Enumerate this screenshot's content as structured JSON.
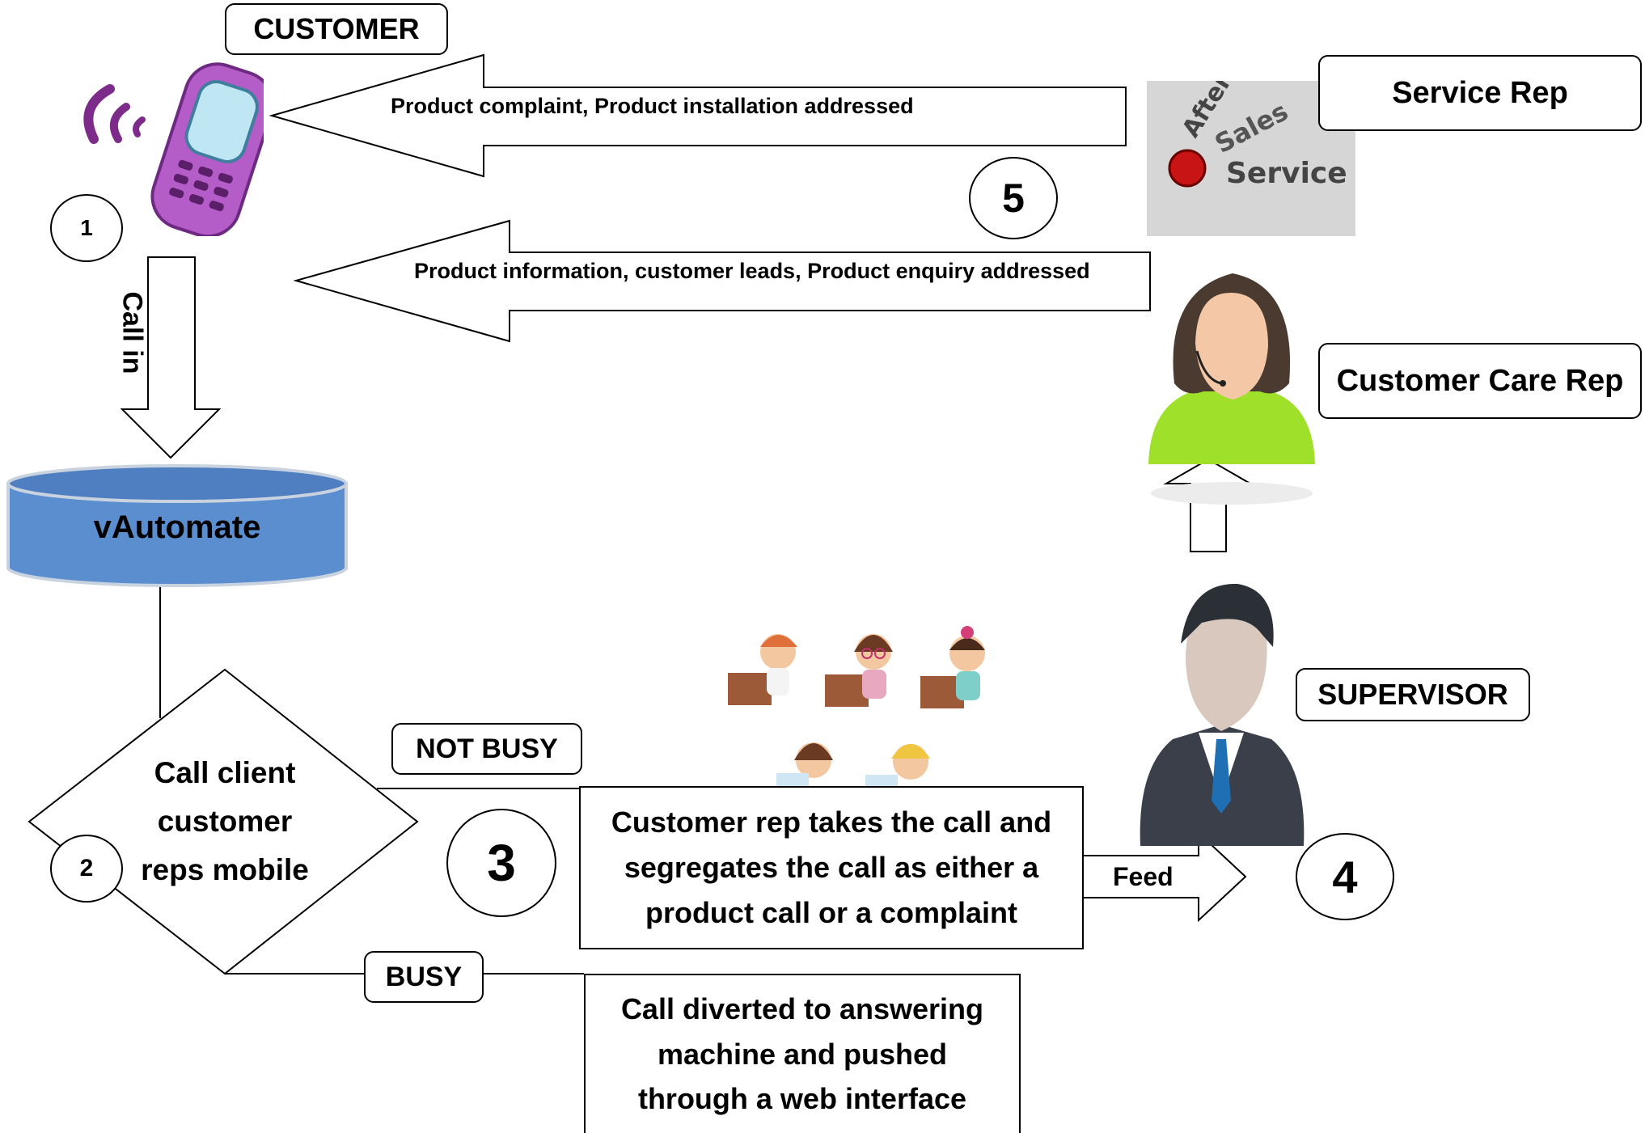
{
  "labels": {
    "customer": "CUSTOMER",
    "service_rep": "Service Rep",
    "customer_care_rep": "Customer Care Rep",
    "supervisor": "SUPERVISOR",
    "not_busy": "NOT BUSY",
    "busy": "BUSY",
    "vautomate": "vAutomate",
    "call_in": "Call in",
    "feed": "Feed"
  },
  "arrows": {
    "top": "Product complaint, Product installation addressed",
    "middle": "Product information, customer leads, Product enquiry addressed"
  },
  "decision": {
    "line1": "Call client",
    "line2": "customer",
    "line3": "reps mobile"
  },
  "boxes": {
    "not_busy_line1": "Customer rep takes the call and",
    "not_busy_line2": "segregates the call as either a",
    "not_busy_line3": "product call or a complaint",
    "busy_line1": "Call diverted to answering",
    "busy_line2": "machine and pushed",
    "busy_line3": "through a web interface"
  },
  "steps": {
    "s1": "1",
    "s2": "2",
    "s3": "3",
    "s4": "4",
    "s5": "5"
  },
  "badge": {
    "after": "After",
    "sales": "Sales",
    "service": "Service"
  },
  "icons": [
    "phone-icon",
    "after-sales-service-icon",
    "customer-care-woman-icon",
    "supervisor-man-icon",
    "agents-group-icon"
  ]
}
